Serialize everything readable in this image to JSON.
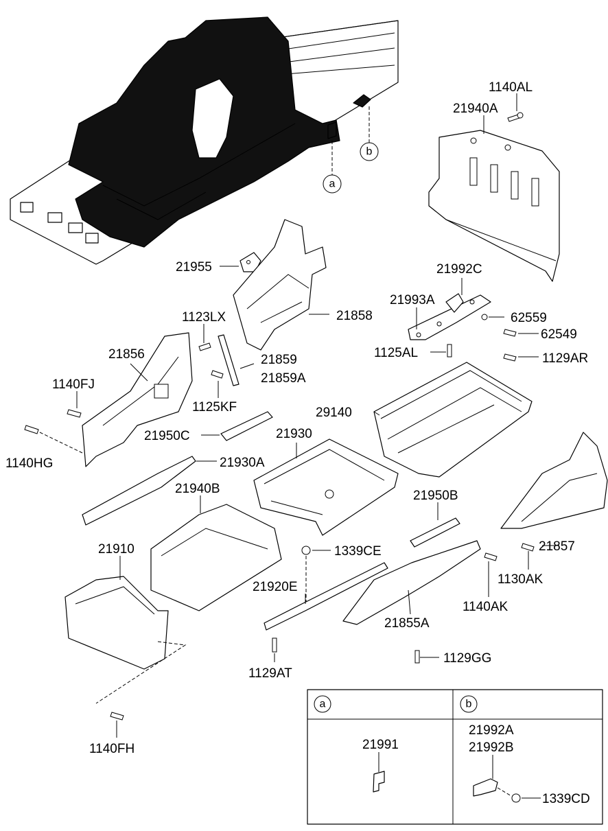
{
  "callouts": {
    "a": "a",
    "b": "b"
  },
  "parts": {
    "p1140AL": "1140AL",
    "p21940A": "21940A",
    "p21955": "21955",
    "p21992C": "21992C",
    "p21993A": "21993A",
    "p62559": "62559",
    "p62549": "62549",
    "p21858": "21858",
    "p1123LX": "1123LX",
    "p1125AL": "1125AL",
    "p1129AR": "1129AR",
    "p21856": "21856",
    "p21859": "21859",
    "p21859A": "21859A",
    "p1140FJ": "1140FJ",
    "p1125KF": "1125KF",
    "p29140": "29140",
    "p21950C": "21950C",
    "p21930": "21930",
    "p1140HG": "1140HG",
    "p21930A": "21930A",
    "p21940B": "21940B",
    "p21950B": "21950B",
    "p21910": "21910",
    "p1339CE": "1339CE",
    "p21857": "21857",
    "p1130AK": "1130AK",
    "p21920E": "21920E",
    "p21855A": "21855A",
    "p1140AK": "1140AK",
    "p1129AT": "1129AT",
    "p1129GG": "1129GG",
    "p1140FH": "1140FH"
  },
  "detail_table": {
    "col_a_header": "a",
    "col_b_header": "b",
    "col_a_part": "21991",
    "col_b_part_1": "21992A",
    "col_b_part_2": "21992B",
    "col_b_part_3": "1339CD"
  }
}
